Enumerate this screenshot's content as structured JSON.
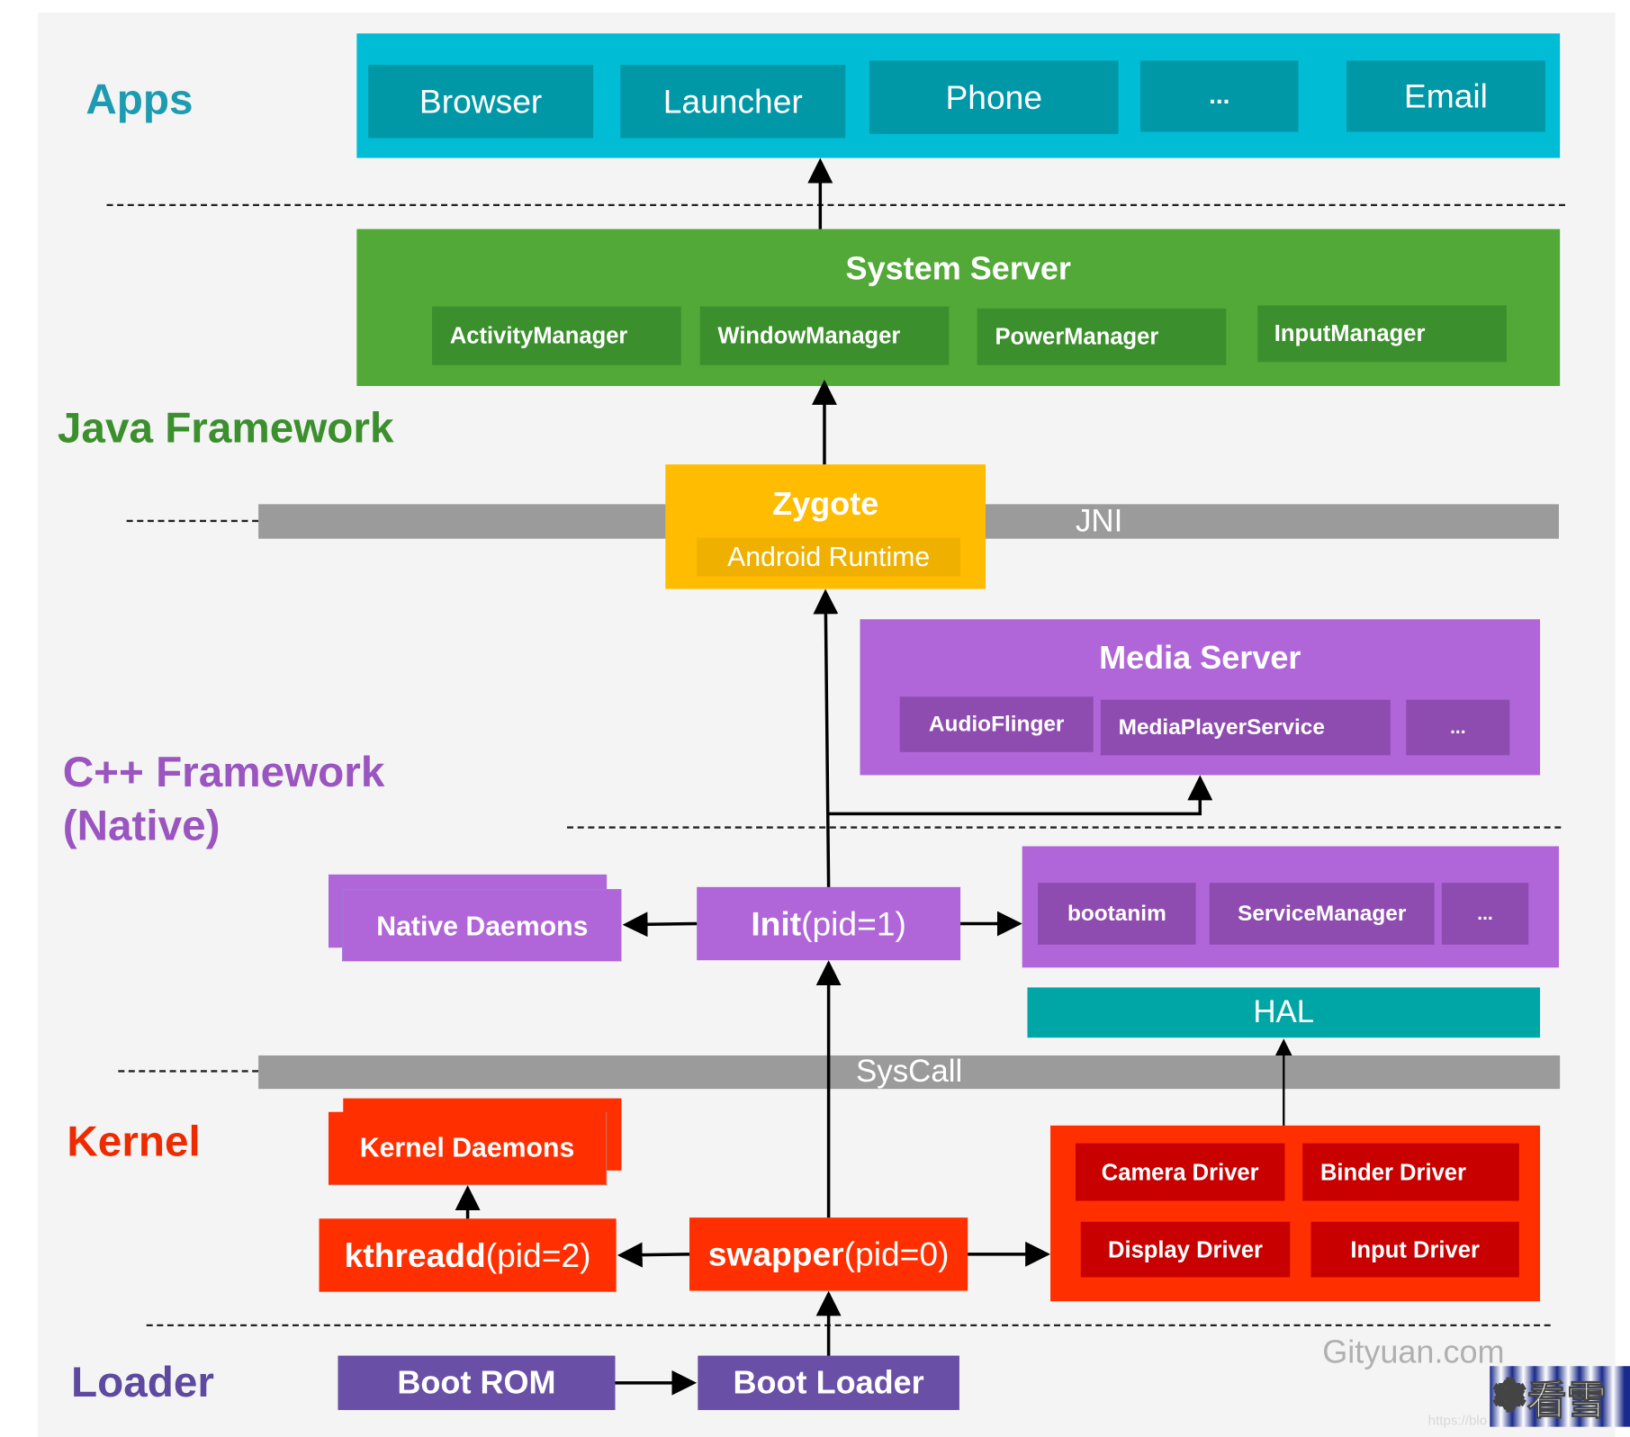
{
  "layers": {
    "apps": "Apps",
    "java_framework": "Java Framework",
    "cpp_framework_line1": "C++ Framework",
    "cpp_framework_line2": "(Native)",
    "kernel": "Kernel",
    "loader": "Loader"
  },
  "colors": {
    "apps": "#00bcd4",
    "apps_item": "#0097a7",
    "java": "#52a938",
    "java_item": "#3b8f2c",
    "zygote": "#ffbc00",
    "native": "#b066d8",
    "native_item": "#8e4cb0",
    "hal": "#00a6a6",
    "kernel": "#ff2f00",
    "kernel_item": "#c80000",
    "loader": "#6a4fa6",
    "bar": "#9b9b9b"
  },
  "apps": {
    "items": [
      "Browser",
      "Launcher",
      "Phone",
      "...",
      "Email"
    ]
  },
  "system_server": {
    "title": "System Server",
    "items": [
      "ActivityManager",
      "WindowManager",
      "PowerManager",
      "InputManager"
    ]
  },
  "zygote": {
    "title": "Zygote",
    "subtitle": "Android Runtime"
  },
  "jni": "JNI",
  "media_server": {
    "title": "Media Server",
    "items": [
      "AudioFlinger",
      "MediaPlayerService",
      "..."
    ]
  },
  "native_daemons": "Native Daemons",
  "init": {
    "name": "Init",
    "pid": "(pid=1)"
  },
  "native_services": {
    "items": [
      "bootanim",
      "ServiceManager",
      "..."
    ]
  },
  "hal": "HAL",
  "syscall": "SysCall",
  "kernel_daemons": "Kernel Daemons",
  "kthreadd": {
    "name": "kthreadd",
    "pid": "(pid=2)"
  },
  "swapper": {
    "name": "swapper",
    "pid": "(pid=0)"
  },
  "drivers": {
    "items": [
      "Camera Driver",
      "Binder Driver",
      "Display Driver",
      "Input Driver"
    ]
  },
  "loader": {
    "boot_rom": "Boot ROM",
    "boot_loader": "Boot Loader"
  },
  "watermark": {
    "site": "Gityuan.com",
    "url_fragment": "https://blo",
    "logo_text": "看雪"
  }
}
